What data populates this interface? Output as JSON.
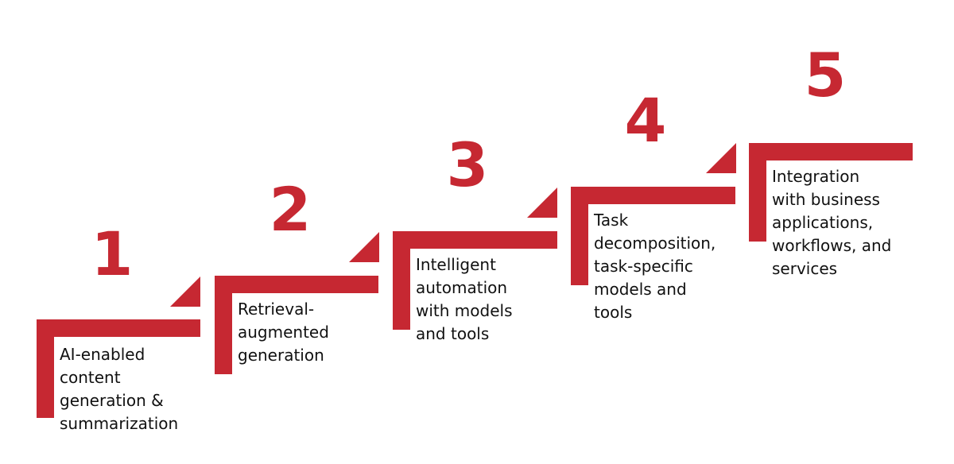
{
  "accent_color": "#c62832",
  "steps": [
    {
      "number": "1",
      "lines": [
        "AI-enabled",
        "content",
        "generation &",
        "summarization"
      ]
    },
    {
      "number": "2",
      "lines": [
        "Retrieval-",
        "augmented",
        "generation"
      ]
    },
    {
      "number": "3",
      "lines": [
        "Intelligent",
        "automation",
        "with models",
        "and tools"
      ]
    },
    {
      "number": "4",
      "lines": [
        "Task",
        "decomposition,",
        "task-specific",
        "models and",
        "tools"
      ]
    },
    {
      "number": "5",
      "lines": [
        "Integration",
        "with business",
        "applications,",
        "workflows, and",
        "services"
      ]
    }
  ]
}
